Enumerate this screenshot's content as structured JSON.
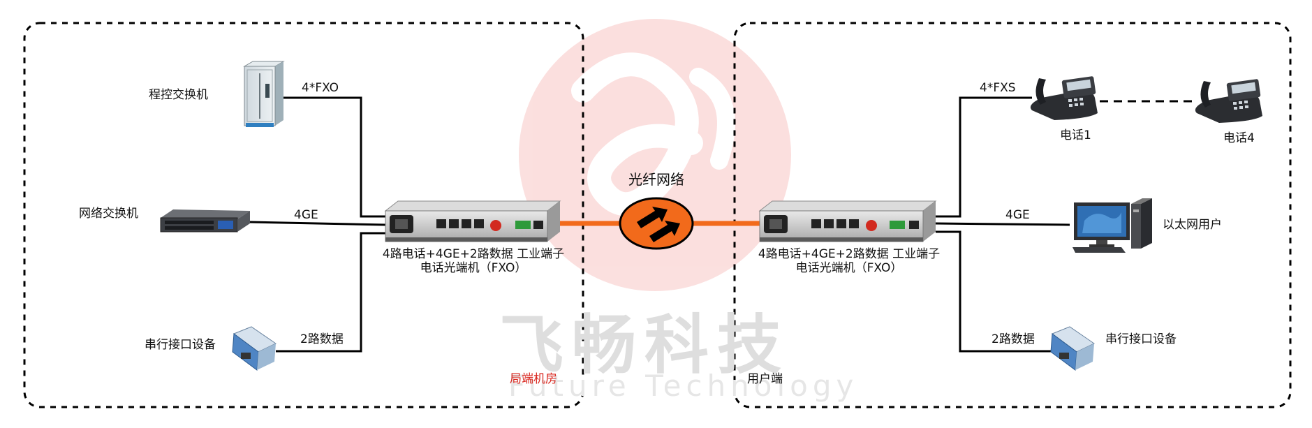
{
  "watermark": {
    "cn": "飞畅科技",
    "en": "Future Technology"
  },
  "left": {
    "zone": "局端机房",
    "pbx": "程控交换机",
    "switch": "网络交换机",
    "serial": "串行接口设备",
    "link_fxo": "4*FXO",
    "link_ge": "4GE",
    "link_data": "2路数据",
    "device_line1": "4路电话+4GE+2路数据 工业端子",
    "device_line2": "电话光端机（FXO）"
  },
  "center": {
    "fiber": "光纤网络"
  },
  "right": {
    "zone": "用户端",
    "phone1": "电话1",
    "phone4": "电话4",
    "ethernet_user": "以太网用户",
    "serial": "串行接口设备",
    "link_fxs": "4*FXS",
    "link_ge": "4GE",
    "link_data": "2路数据",
    "device_line1": "4路电话+4GE+2路数据 工业端子",
    "device_line2": "电话光端机（FXO）"
  },
  "colors": {
    "fiber": "#f26a1b",
    "accent_red": "#d9251d",
    "line": "#000000"
  }
}
